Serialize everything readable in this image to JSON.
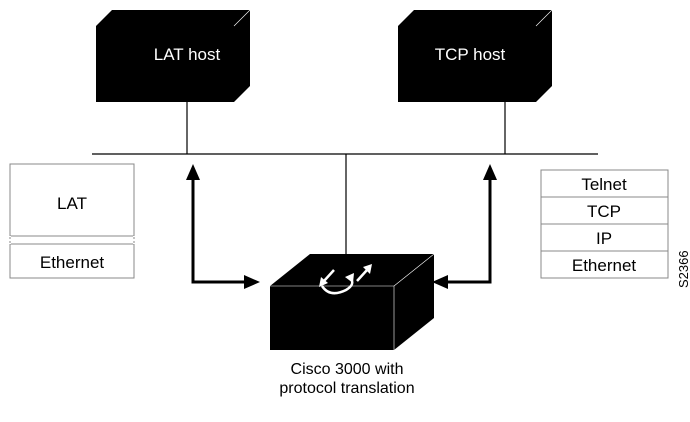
{
  "hosts": {
    "lat_label": "LAT host",
    "tcp_label": "TCP host"
  },
  "lat_stack": {
    "top": "LAT",
    "bottom": "Ethernet"
  },
  "tcp_stack": {
    "layers": [
      "Telnet",
      "TCP",
      "IP",
      "Ethernet"
    ]
  },
  "router": {
    "caption_line1": "Cisco 3000 with",
    "caption_line2": "protocol translation"
  },
  "figure_id": "S2366"
}
